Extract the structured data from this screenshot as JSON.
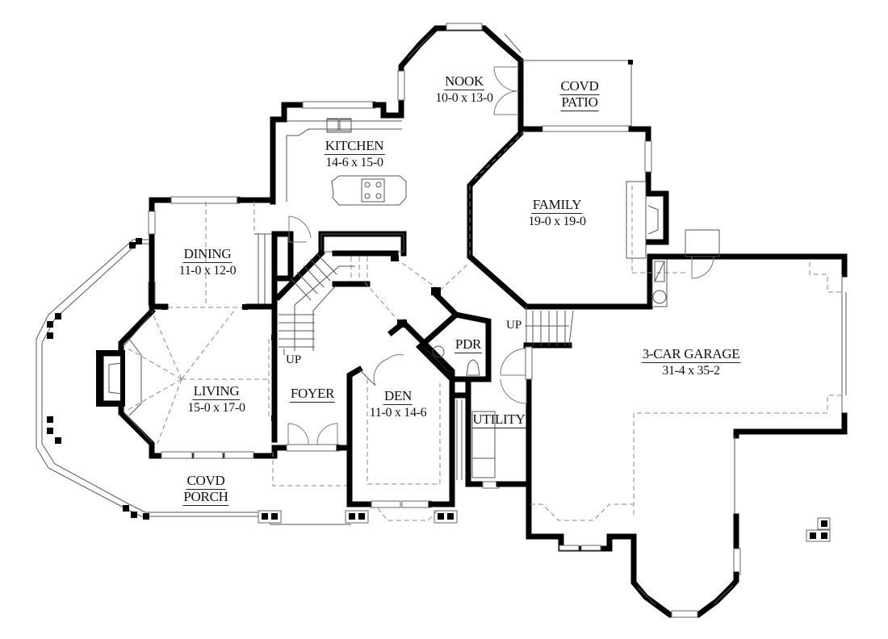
{
  "title": "Main Floor Plan",
  "rooms": {
    "nook": {
      "name": "NOOK",
      "dim": "10-0 x 13-0"
    },
    "patio": {
      "name_line1": "COVD",
      "name_line2": "PATIO"
    },
    "kitchen": {
      "name": "KITCHEN",
      "dim": "14-6 x 15-0"
    },
    "family": {
      "name": "FAMILY",
      "dim": "19-0 x 19-0"
    },
    "dining": {
      "name": "DINING",
      "dim": "11-0 x 12-0"
    },
    "living": {
      "name": "LIVING",
      "dim": "15-0 x 17-0"
    },
    "foyer": {
      "name": "FOYER"
    },
    "den": {
      "name": "DEN",
      "dim": "11-0 x 14-6"
    },
    "pdr": {
      "name": "PDR"
    },
    "utility": {
      "name": "UTILITY"
    },
    "garage": {
      "name": "3-CAR GARAGE",
      "dim": "31-4 x 35-2"
    },
    "porch": {
      "name_line1": "COVD",
      "name_line2": "PORCH"
    }
  },
  "stairs": {
    "main_up": "UP",
    "garage_up": "UP"
  }
}
